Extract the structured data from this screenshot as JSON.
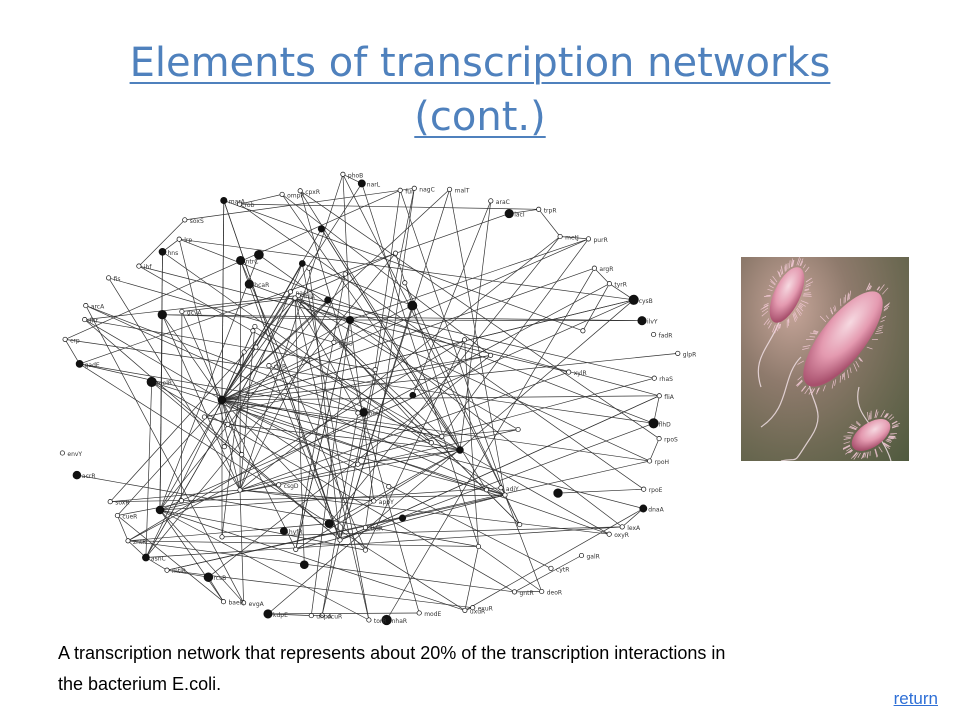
{
  "slide": {
    "title_line1": "Elements of transcription networks",
    "title_line2": "(cont.)",
    "caption_line1": "A transcription network that represents about 20% of the transcription interactions in",
    "caption_line2": "the bacterium E.coli.",
    "return_label": "return"
  },
  "network": {
    "line_color": "#333333",
    "node_color": "#111111",
    "node_labels": [
      "gadE",
      "crp",
      "fnr",
      "arcA",
      "fis",
      "ihf",
      "hns",
      "lrp",
      "soxS",
      "marA",
      "rob",
      "ompR",
      "cpxR",
      "phoB",
      "narL",
      "fur",
      "nagC",
      "malT",
      "araC",
      "lacI",
      "trpR",
      "metJ",
      "purR",
      "argR",
      "tyrR",
      "cysB",
      "ilvY",
      "fadR",
      "glpR",
      "rhaS",
      "fliA",
      "flhD",
      "rpoS",
      "rpoH",
      "rpoE",
      "dnaA",
      "lexA",
      "oxyR",
      "galR",
      "cytR",
      "deoR",
      "gntR",
      "exuR",
      "uxuR",
      "modE",
      "nhaR",
      "torR",
      "dcuR",
      "uhpA",
      "kdpE",
      "evgA",
      "baeR",
      "rcsB",
      "mtlR",
      "asnC",
      "zntR",
      "cueR",
      "soxR",
      "acrR",
      "envY",
      "gcvA",
      "betI",
      "ttdR",
      "hcaR",
      "nac",
      "ntrC",
      "glnG",
      "rtcR",
      "fhlA",
      "hyfR",
      "csgD",
      "appY",
      "adiY",
      "xylR",
      "melR"
    ]
  },
  "image": {
    "subject": "E. coli bacteria illustration",
    "palette": [
      "#e49ab0",
      "#c96e8a",
      "#f6d9e1",
      "#6f6a54"
    ]
  }
}
